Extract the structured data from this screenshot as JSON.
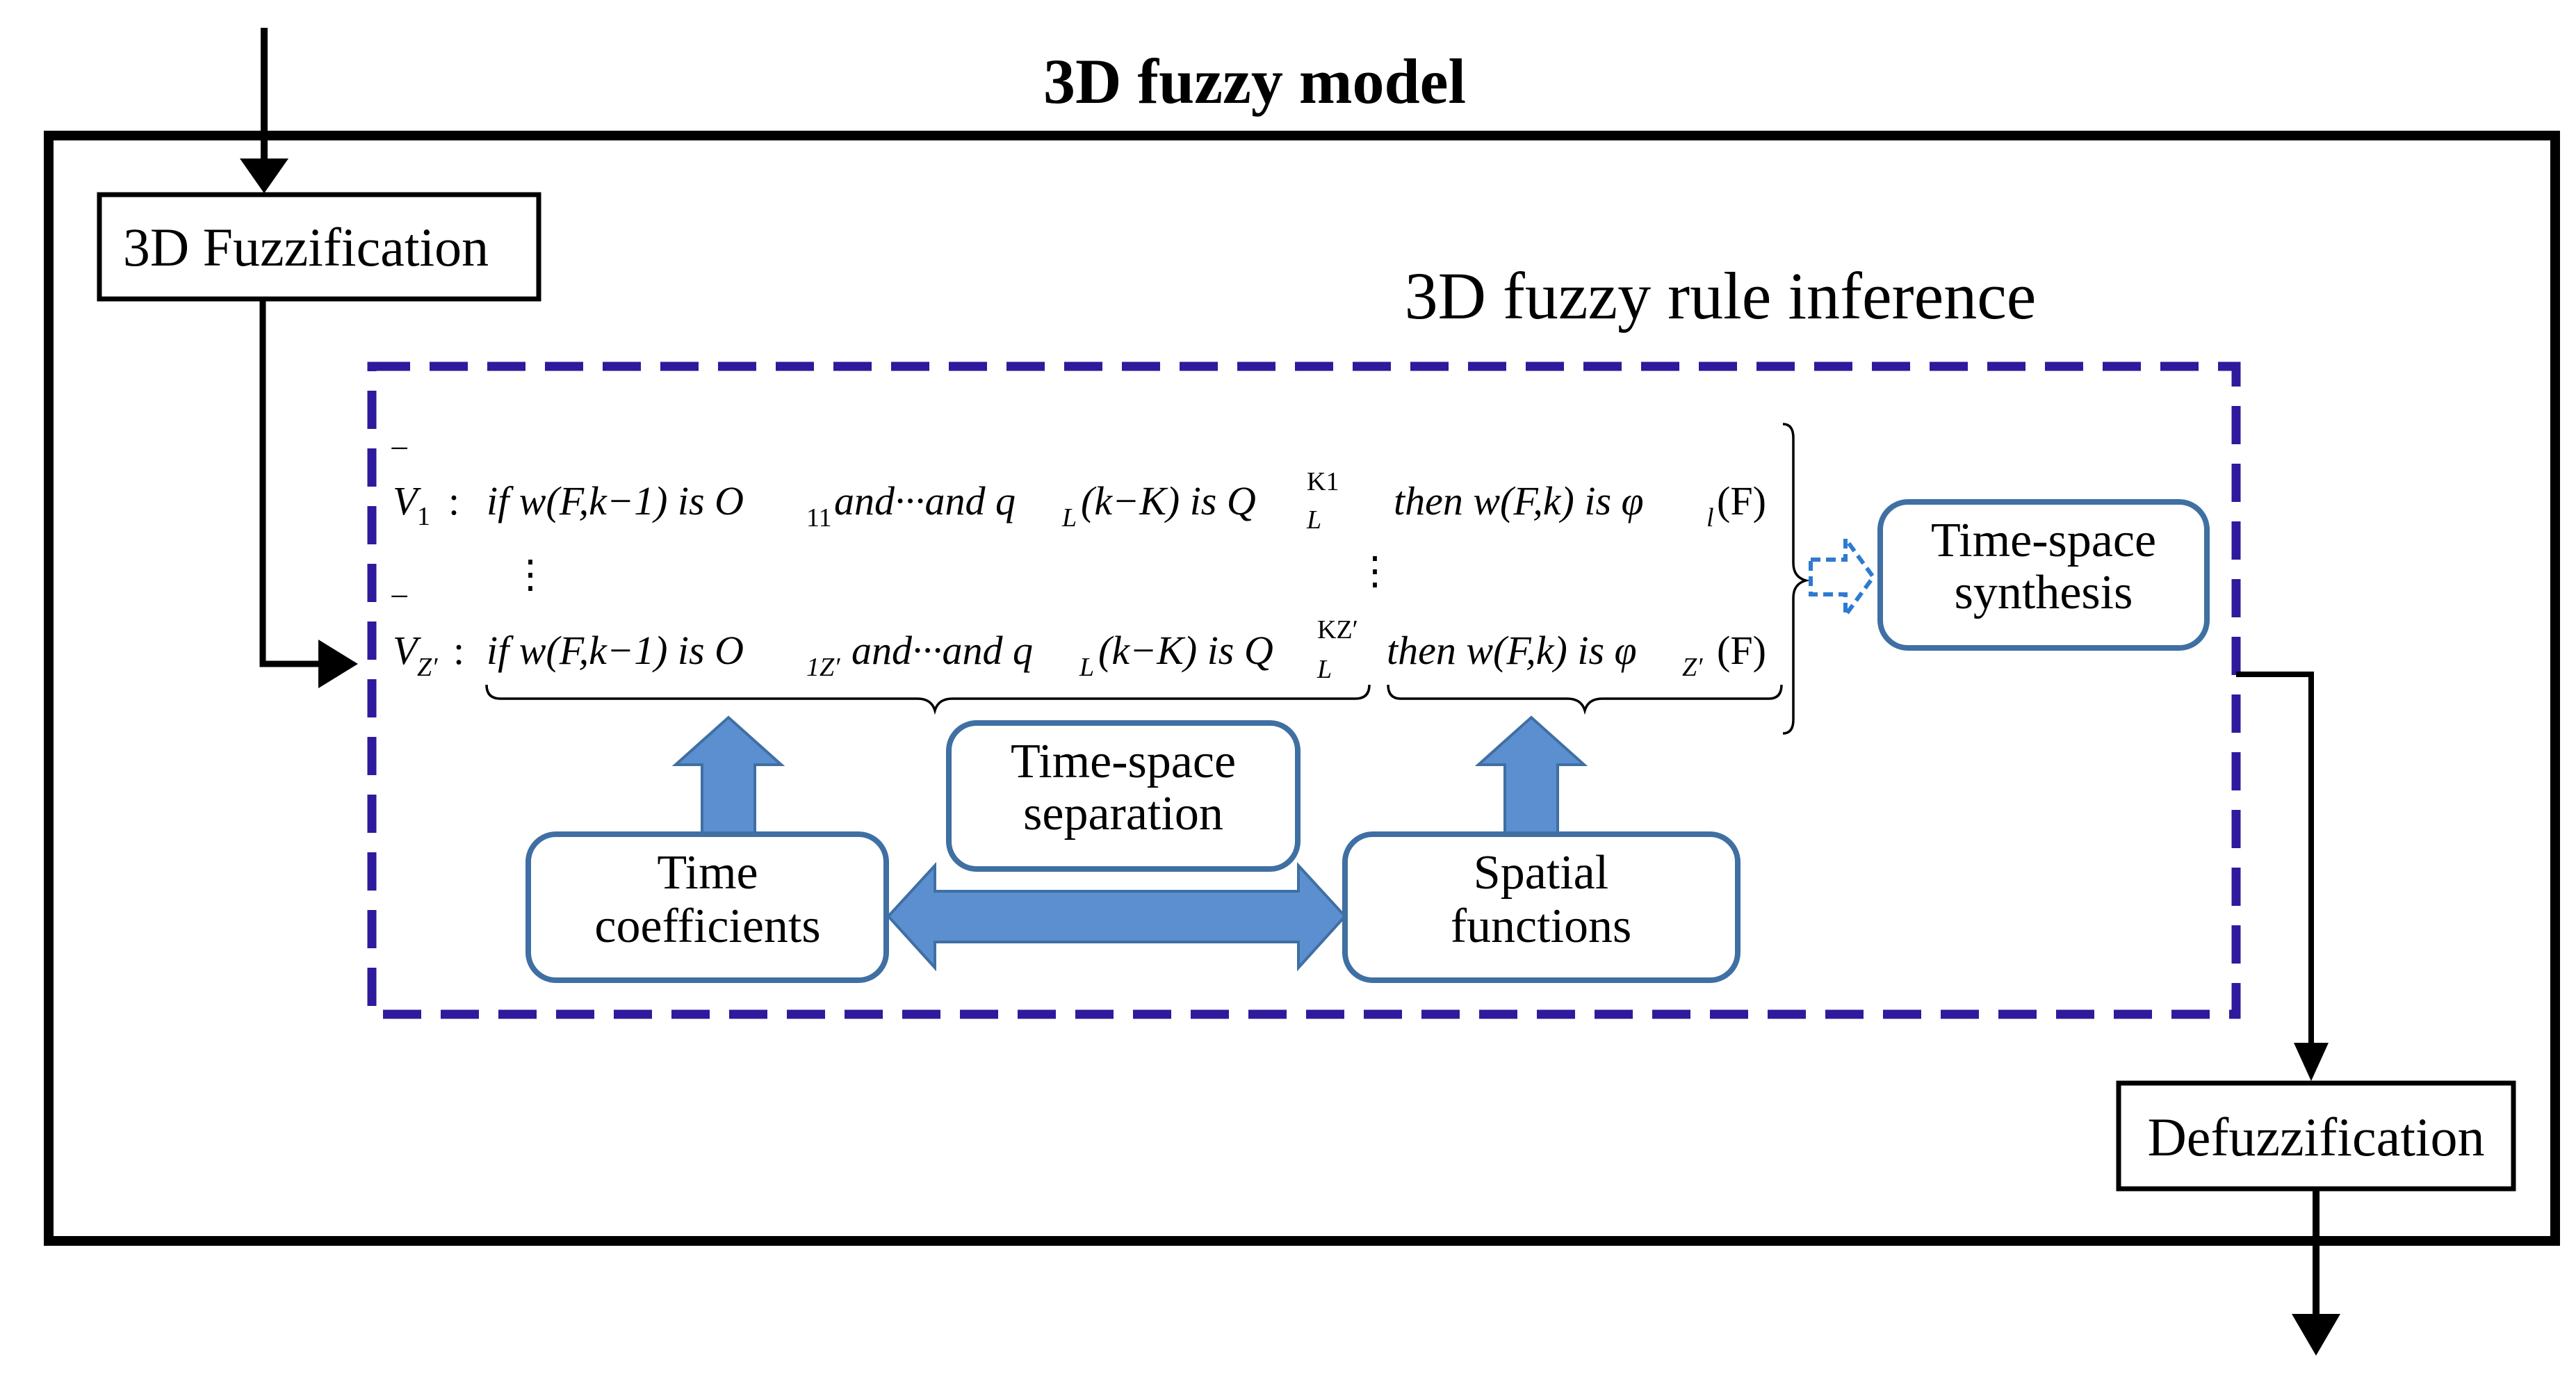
{
  "title": "3D fuzzy model",
  "fuzzification_label": "3D Fuzzification",
  "inference_label": "3D fuzzy rule inference",
  "defuzzification_label": "Defuzzification",
  "synthesis": {
    "line1": "Time-space",
    "line2": "synthesis"
  },
  "separation": {
    "line1": "Time-space",
    "line2": "separation"
  },
  "time_coefficients": {
    "line1": "Time",
    "line2": "coefficients"
  },
  "spatial_functions": {
    "line1": "Spatial",
    "line2": "functions"
  },
  "rules": {
    "rule1": {
      "label": "V",
      "label_sub": "1",
      "sep": ":",
      "if_part": "if  w(F,k−1) is O",
      "if_sub": "11",
      "and_part": " and···and  q",
      "q_sub": "L",
      "q_rest": "(k−K) is  Q",
      "Q_sup": "K1",
      "Q_sub": "L",
      "then_part": "then  w(F,k) is φ",
      "phi_sub": "l",
      "phi_rest": "(F)"
    },
    "rule2": {
      "label": "V",
      "label_sub": "Z′",
      "sep": ":",
      "if_part": "if  w(F,k−1) is O",
      "if_sub": "1Z′",
      "and_part": " and···and  q",
      "q_sub": "L",
      "q_rest": "(k−K) is  Q",
      "Q_sup": "KZ′",
      "Q_sub": "L",
      "then_part": "then w(F,k) is φ",
      "phi_sub": "Z′",
      "phi_rest": "(F)"
    },
    "vdots": "⋮"
  },
  "colors": {
    "frame": "#000000",
    "dashed": "#2e1a9c",
    "box_border": "#3f6fa3",
    "arrow_fill": "#5b8fcf",
    "arrow_stroke": "#3f6fa3"
  }
}
